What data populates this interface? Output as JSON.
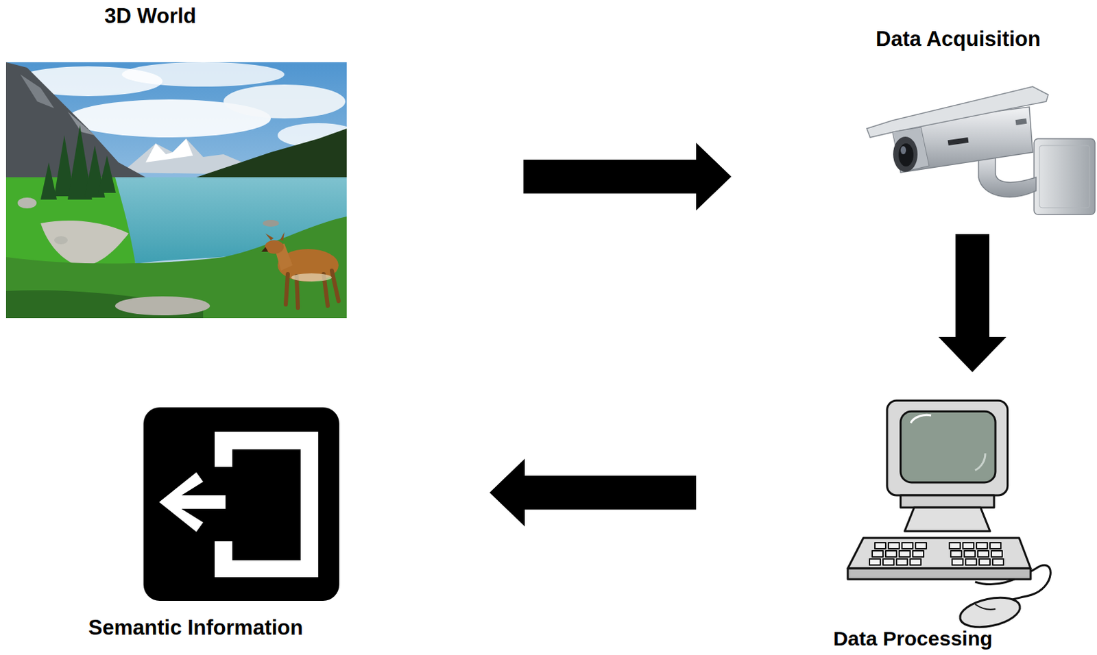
{
  "diagram": {
    "nodes": [
      {
        "text": [
          "3D World"
        ]
      },
      {
        "text": [
          "Data Acquisition"
        ]
      },
      {
        "text": [
          "Data Processing"
        ]
      },
      {
        "text": [
          "Semantic Information"
        ]
      }
    ],
    "edges": [
      {
        "from": 0,
        "to": 1,
        "arrow": "to"
      },
      {
        "from": 1,
        "to": 2,
        "arrow": "to"
      },
      {
        "from": 2,
        "to": 3,
        "arrow": "to"
      }
    ]
  }
}
